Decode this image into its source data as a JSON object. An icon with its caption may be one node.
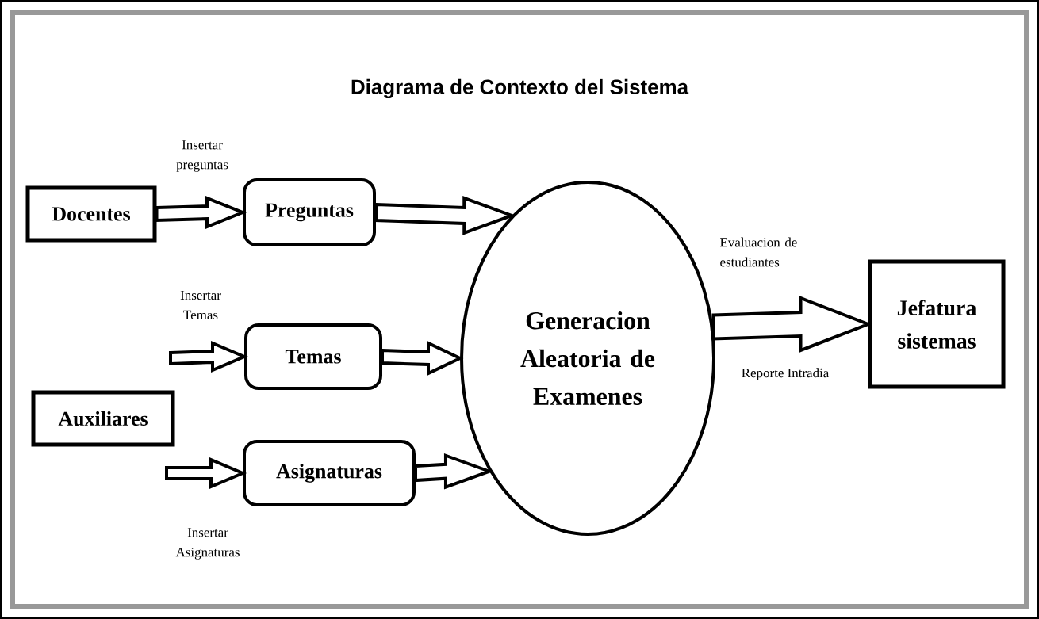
{
  "diagram": {
    "title": "Diagrama de Contexto del Sistema",
    "nodes": [
      {
        "text": [
          "Docentes"
        ]
      },
      {
        "text": [
          "Preguntas"
        ]
      },
      {
        "text": [
          "Temas"
        ]
      },
      {
        "text": [
          "Auxiliares"
        ]
      },
      {
        "text": [
          "Asignaturas"
        ]
      },
      {
        "text": [
          "Generacion Aleatoria de Examenes"
        ]
      },
      {
        "text": [
          "Jefatura sistemas"
        ]
      }
    ],
    "edges": [
      {
        "from": 0,
        "to": 1,
        "arrow": "to",
        "label": "Insertar preguntas"
      },
      {
        "from": 1,
        "to": 5,
        "arrow": "to"
      },
      {
        "from": null,
        "to": 2,
        "arrow": "to",
        "label": "Insertar Temas"
      },
      {
        "from": 2,
        "to": 5,
        "arrow": "to"
      },
      {
        "from": null,
        "to": 4,
        "arrow": "to",
        "label": "Insertar Asignaturas"
      },
      {
        "from": 4,
        "to": 5,
        "arrow": "to"
      },
      {
        "from": 5,
        "to": 6,
        "arrow": "to",
        "label": "Evaluacion de estudiantes"
      }
    ],
    "labels": [
      "Reporte Intradia"
    ]
  }
}
